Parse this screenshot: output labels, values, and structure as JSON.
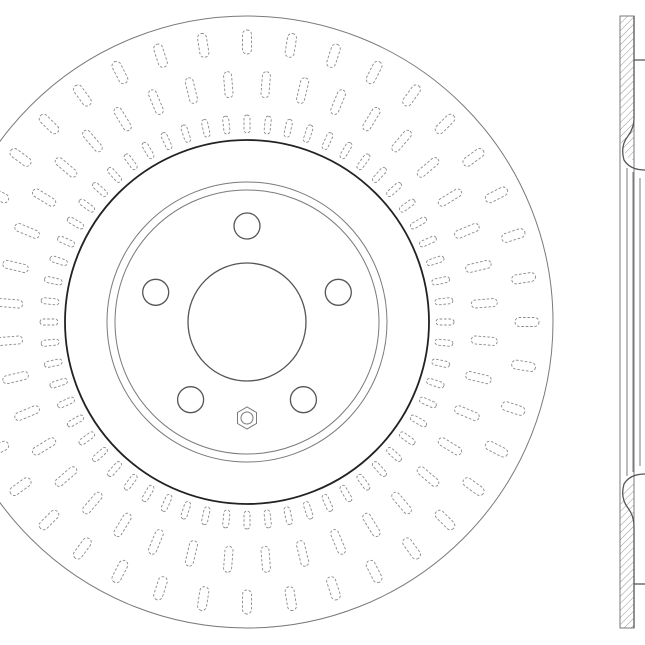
{
  "drawing": {
    "subject": "brake-rotor",
    "views": [
      "front",
      "side-section"
    ],
    "bolt_holes": 5,
    "locating_holes": 1,
    "line_color": "#7a7a7a",
    "bold_line_color": "#222222",
    "background": "#ffffff"
  }
}
